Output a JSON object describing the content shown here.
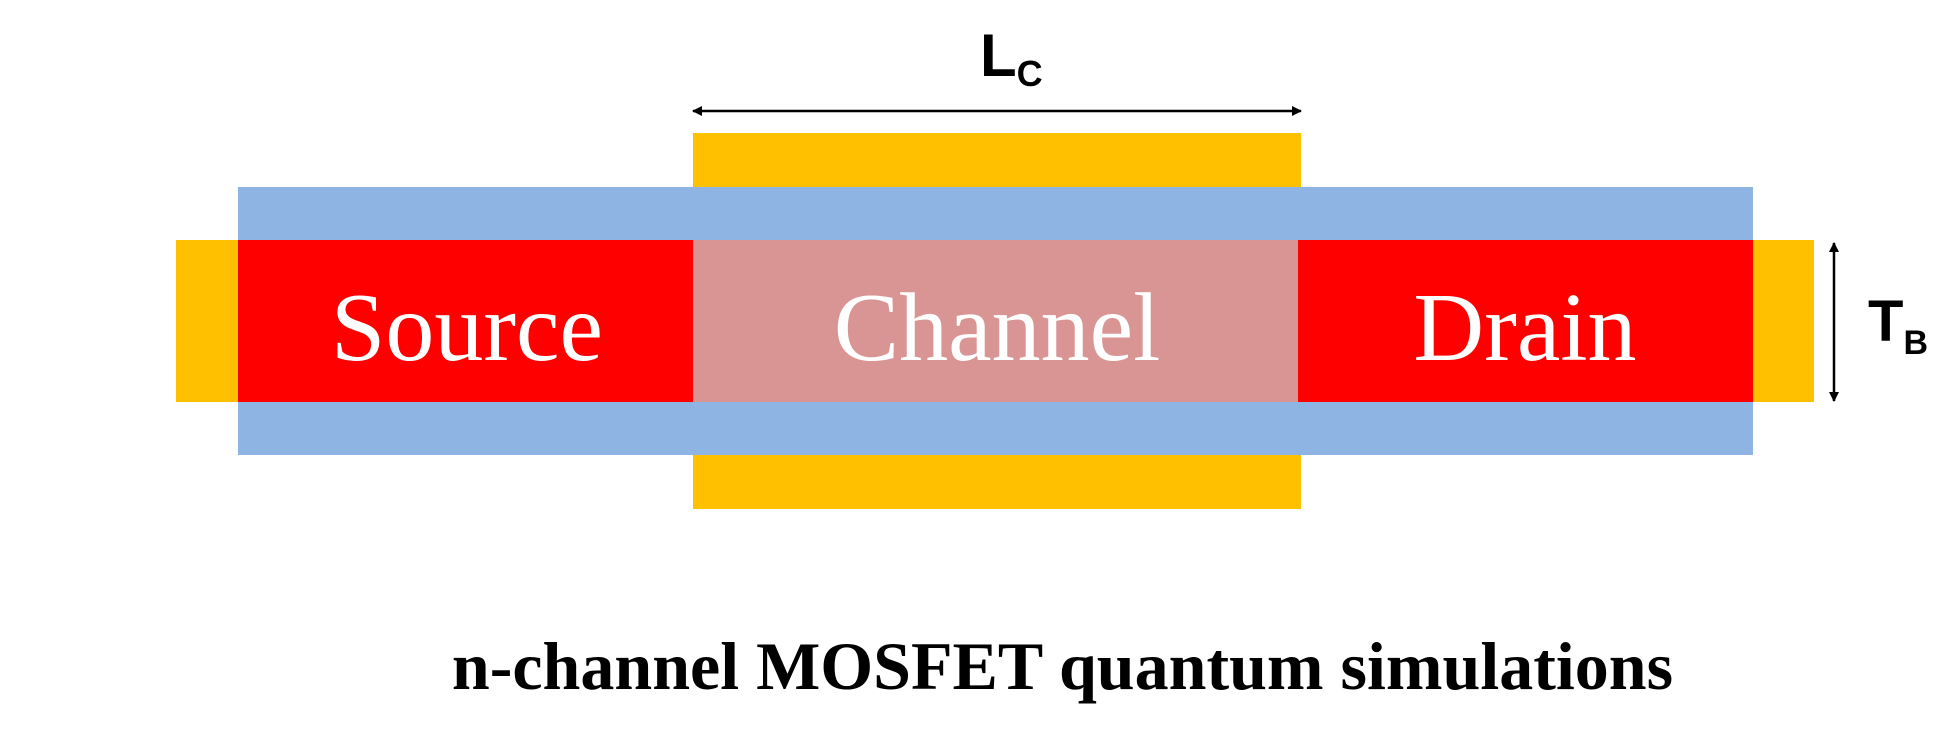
{
  "diagram": {
    "regions": {
      "source": "Source",
      "channel": "Channel",
      "drain": "Drain"
    },
    "dimensions": {
      "channel_length": {
        "main": "L",
        "subscript": "C"
      },
      "body_thickness": {
        "main": "T",
        "subscript": "B"
      }
    },
    "caption": "n-channel MOSFET quantum simulations"
  },
  "colors": {
    "gate_contact": "#FFC000",
    "oxide": "#8EB4E3",
    "source_drain": "#FF0000",
    "channel": "#D99594",
    "label_text": "#FFFFFF",
    "annotation": "#000000"
  }
}
